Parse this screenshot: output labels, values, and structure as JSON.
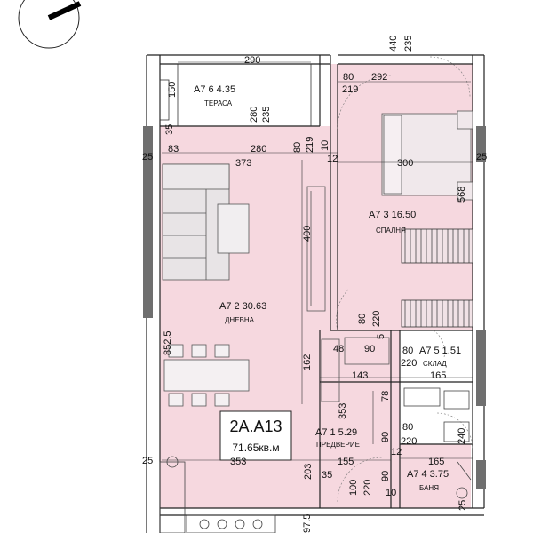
{
  "unit": {
    "id": "2A.A13",
    "area": "71.65кв.м"
  },
  "rooms": [
    {
      "key": "terrace",
      "code": "A7 6 4.35",
      "name": "ТЕРАСА"
    },
    {
      "key": "bedroom",
      "code": "A7 3 16.50",
      "name": "СПАЛНЯ"
    },
    {
      "key": "living",
      "code": "A7 2 30.63",
      "name": "ДНЕВНА"
    },
    {
      "key": "storage",
      "code": "A7 5 1.51",
      "name": "СКЛАД"
    },
    {
      "key": "hall",
      "code": "A7 1  5.29",
      "name": "ПРЕДВЕРИЕ"
    },
    {
      "key": "bath",
      "code": "A7 4 3.75",
      "name": "БАНЯ"
    }
  ],
  "dimensions": {
    "top_440": "440",
    "top_235": "235",
    "terrace_width": "290",
    "terrace_150": "150",
    "terrace_280": "280",
    "terrace_235": "235",
    "d_80_top": "80",
    "d_219_top": "219",
    "bed_top_292": "292",
    "d_35": "35",
    "d_83": "83",
    "d_280_mid": "280",
    "d_80_mid": "80",
    "d_219_mid": "219",
    "d_10": "10",
    "d_12": "12",
    "d_25_left": "25",
    "living_373": "373",
    "bed_300": "300",
    "d_25_right": "25",
    "d_568": "568",
    "d_400": "400",
    "d_80_b": "80",
    "d_220_b": "220",
    "d_5": "5",
    "d_48": "48",
    "d_90_a": "90",
    "d_80_s": "80",
    "d_220_s": "220",
    "d_162": "162",
    "d_143": "143",
    "d_165_a": "165",
    "d_852_5": "852.5",
    "d_78": "78",
    "d_353_v": "353",
    "d_90_b": "90",
    "d_80_h": "80",
    "d_220_h": "220",
    "d_240": "240",
    "d_25_b": "25",
    "d_353_h": "353",
    "d_155": "155",
    "d_165_b": "165",
    "d_12_b": "12",
    "d_203": "203",
    "d_35_b": "35",
    "d_100": "100",
    "d_220_c": "220",
    "d_90_c": "90",
    "d_10_b": "10",
    "d_25_br": "25",
    "d_97_5": "97.5"
  }
}
